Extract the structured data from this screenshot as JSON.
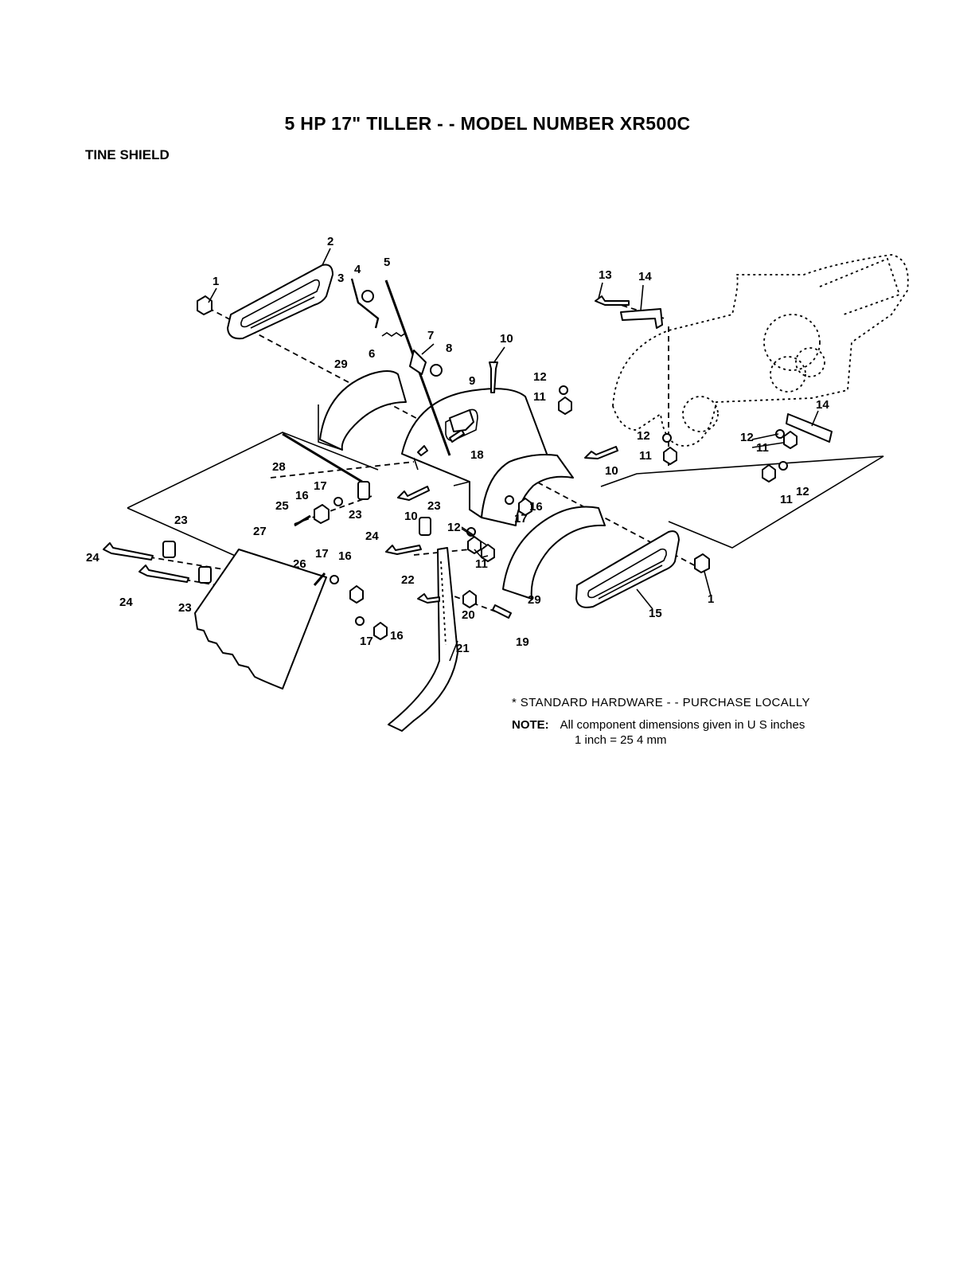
{
  "header": {
    "title": "5 HP 17\" TILLER - - MODEL NUMBER XR500C",
    "section": "TINE SHIELD"
  },
  "callouts": {
    "c1a": "1",
    "c1b": "1",
    "c2": "2",
    "c3": "3",
    "c4": "4",
    "c5": "5",
    "c6": "6",
    "c7": "7",
    "c8": "8",
    "c9": "9",
    "c10a": "10",
    "c10b": "10",
    "c10c": "10",
    "c11a": "11",
    "c11b": "11",
    "c11c": "11",
    "c11d": "11",
    "c11e": "11",
    "c12a": "12",
    "c12b": "12",
    "c12c": "12",
    "c12d": "12",
    "c12e": "12",
    "c13": "13",
    "c14a": "14",
    "c14b": "14",
    "c15": "15",
    "c16a": "16",
    "c16b": "16",
    "c16c": "16",
    "c16d": "16",
    "c17a": "17",
    "c17b": "17",
    "c17c": "17",
    "c17d": "17",
    "c18": "18",
    "c19": "19",
    "c20": "20",
    "c21": "21",
    "c22": "22",
    "c23a": "23",
    "c23b": "23",
    "c23c": "23",
    "c23d": "23",
    "c24a": "24",
    "c24b": "24",
    "c24c": "24",
    "c25": "25",
    "c26": "26",
    "c27": "27",
    "c28": "28",
    "c29a": "29",
    "c29b": "29"
  },
  "notes": {
    "hardware": "* STANDARD HARDWARE - - PURCHASE LOCALLY",
    "note_label": "NOTE:",
    "note_text": "All component dimensions given in U S  inches",
    "conversion": "1 inch = 25 4 mm"
  }
}
